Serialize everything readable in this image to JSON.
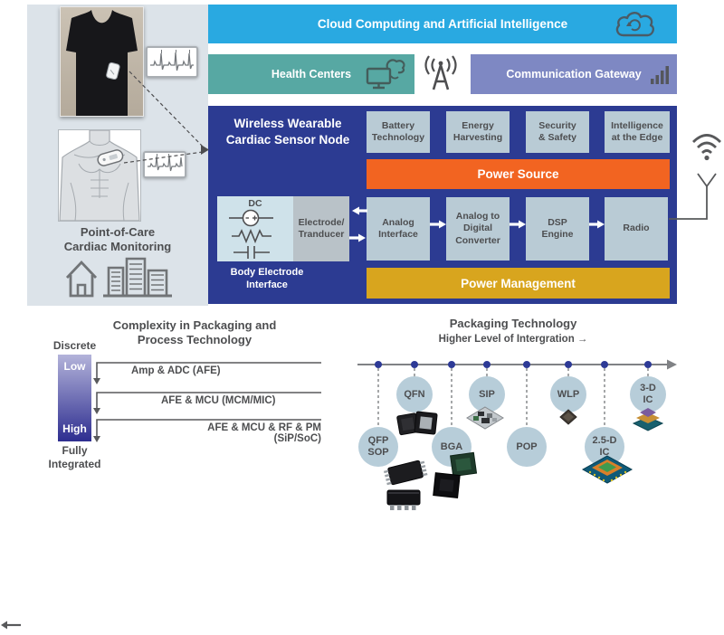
{
  "colors": {
    "cloud_bar": "#29a9e1",
    "health_centers": "#57a8a3",
    "communication_gateway": "#7e88c3",
    "sensor_node_bg": "#2c3b92",
    "light_box": "#b9cbd5",
    "power_source": "#f26421",
    "power_management": "#d8a51e",
    "left_panel_bg": "#dce3e9",
    "complexity_gradient_top": "#b3b3da",
    "complexity_gradient_bottom": "#2e2e90",
    "axis_dot": "#2d3a96"
  },
  "left_panel": {
    "caption": "Point-of-Care\nCardiac Monitoring"
  },
  "top_row": {
    "cloud_bar_label": "Cloud Computing and Artificial Intelligence"
  },
  "second_row": {
    "health_centers_label": "Health Centers",
    "gateway_label": "Communication Gateway"
  },
  "sensor_node": {
    "title": "Wireless Wearable\nCardiac Sensor Node",
    "features": [
      "Battery\nTechnology",
      "Energy\nHarvesting",
      "Security\n& Safety",
      "Intelligence\nat the Edge"
    ],
    "power_source_label": "Power Source",
    "dc_label": "DC",
    "electrode_label": "Electrode/\nTranducer",
    "body_electrode_label": "Body Electrode\nInterface",
    "chain": [
      "Analog\nInterface",
      "Analog to\nDigital\nConverter",
      "DSP\nEngine",
      "Radio"
    ],
    "power_management_label": "Power Management"
  },
  "complexity_chart": {
    "title": "Complexity in Packaging and\nProcess Technology",
    "axis_top_label": "Discrete",
    "bar_top_label": "Low",
    "bar_bottom_label": "High",
    "axis_bottom_label": "Fully\nIntegrated",
    "levels": [
      "Amp & ADC (AFE)",
      "AFE & MCU (MCM/MIC)",
      "AFE & MCU & RF & PM (SiP/SoC)"
    ]
  },
  "packaging_chart": {
    "title": "Packaging Technology",
    "subtitle": "Higher Level of Intergration →",
    "items": [
      {
        "label": "QFP\nSOP",
        "row": "low"
      },
      {
        "label": "QFN",
        "row": "high"
      },
      {
        "label": "BGA",
        "row": "low"
      },
      {
        "label": "SIP",
        "row": "high"
      },
      {
        "label": "POP",
        "row": "low"
      },
      {
        "label": "WLP",
        "row": "high"
      },
      {
        "label": "2.5-D\nIC",
        "row": "low"
      },
      {
        "label": "3-D\nIC",
        "row": "high"
      }
    ]
  }
}
